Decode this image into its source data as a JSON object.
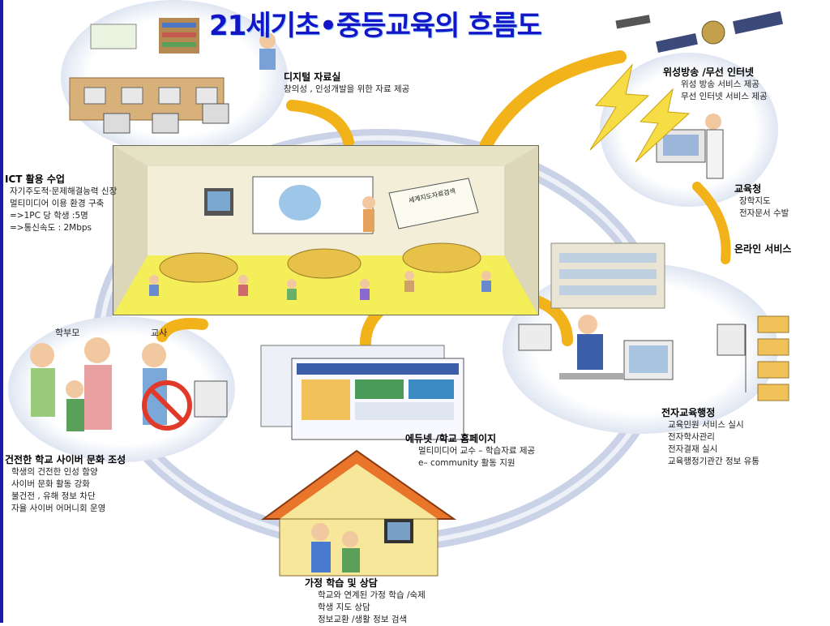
{
  "title": "21세기초•중등교육의 흐름도",
  "nodes": {
    "digital_library": {
      "head": "디지털 자료실",
      "lines": [
        "창의성 , 인성개발을 위한 자료 제공"
      ]
    },
    "satellite": {
      "head": "위성방송 /무선 인터넷",
      "lines": [
        "위성 방송 서비스 제공",
        "무선 인터넷 서비스 제공"
      ]
    },
    "ict_class": {
      "head": "ICT 활용 수업",
      "lines": [
        "자기주도적·문제해결능력 신장",
        "멀티미디어 이용 환경 구축",
        " =>1PC 당 학생 :5명",
        " =>통신속도 : 2Mbps"
      ]
    },
    "edu_office": {
      "head": "교육청",
      "lines": [
        "장학지도",
        "전자문서 수발"
      ]
    },
    "online_service": {
      "head": "온라인 서비스",
      "lines": []
    },
    "e_admin": {
      "head": "전자교육행정",
      "lines": [
        "교육민원 서비스 실시",
        "전자학사관리",
        "전자결재 실시",
        "교육행정기관간 정보 유통"
      ]
    },
    "edunet": {
      "head": "에듀넷 /학교 홈페이지",
      "lines": [
        "멀티미디어 교수 – 학습자료 제공",
        "e– community 활동 지원"
      ]
    },
    "cyber_culture": {
      "head": "건전한 학교 사이버 문화 조성",
      "lines": [
        "학생의 건전한 인성 함양",
        "사이버 문화 활동 강화",
        "불건전 , 유해 정보 차단",
        "자율 사이버 어머니회 운영"
      ]
    },
    "home_study": {
      "head": "가정 학습 및 상담",
      "lines": [
        "학교와 연계된 가정 학습 /숙제",
        "학생 지도 상담",
        "정보교환 /생활 정보 검색"
      ]
    }
  },
  "people_labels": {
    "parent": "학부모",
    "teacher": "교사"
  },
  "board_text": "세계지도자료검색",
  "colors": {
    "title": "#1515c8",
    "ring": "#c9d2e6",
    "arrow": "#f2b21a",
    "classroom_wall": "#f2eed8",
    "classroom_floor": "#f4ee58",
    "accent_blue": "#1a1aa8"
  }
}
